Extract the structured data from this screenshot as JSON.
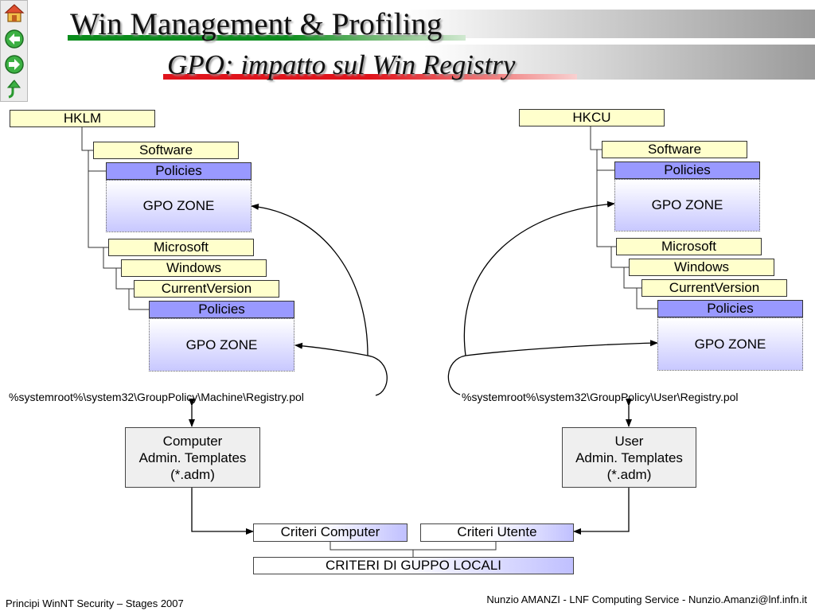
{
  "title": "Win Management & Profiling",
  "subtitle": "GPO: impatto sul Win Registry",
  "nav_icons": [
    "home-icon",
    "back-arrow-icon",
    "forward-arrow-icon",
    "up-arrow-icon"
  ],
  "machine": {
    "root": "HKLM",
    "software": "Software",
    "policies_top": "Policies",
    "gpo_zone_top": "GPO ZONE",
    "microsoft": "Microsoft",
    "windows": "Windows",
    "current_version": "CurrentVersion",
    "policies_bottom": "Policies",
    "gpo_zone_bottom": "GPO ZONE",
    "pol_path": "%systemroot%\\system32\\GroupPolicy\\Machine\\Registry.pol",
    "templates_line1": "Computer",
    "templates_line2": "Admin. Templates",
    "templates_line3": "(*.adm)",
    "criteri": "Criteri Computer"
  },
  "user": {
    "root": "HKCU",
    "software": "Software",
    "policies_top": "Policies",
    "gpo_zone_top": "GPO ZONE",
    "microsoft": "Microsoft",
    "windows": "Windows",
    "current_version": "CurrentVersion",
    "policies_bottom": "Policies",
    "gpo_zone_bottom": "GPO ZONE",
    "pol_path": "%systemroot%\\system32\\GroupPolicy\\User\\Registry.pol",
    "templates_line1": "User",
    "templates_line2": "Admin. Templates",
    "templates_line3": "(*.adm)",
    "criteri": "Criteri Utente"
  },
  "local_policies": "CRITERI DI GUPPO LOCALI",
  "footer_left": "Principi WinNT Security – Stages 2007",
  "footer_right": "Nunzio AMANZI - LNF Computing Service - Nunzio.Amanzi@lnf.infn.it",
  "colors": {
    "key_fill": "#ffffcc",
    "policies_fill": "#9999ff",
    "gpo_zone_gradient_end": "#c8c8ff",
    "template_fill": "#efefef",
    "title_green": "#0a8c1c",
    "title_red": "#e0141c"
  }
}
